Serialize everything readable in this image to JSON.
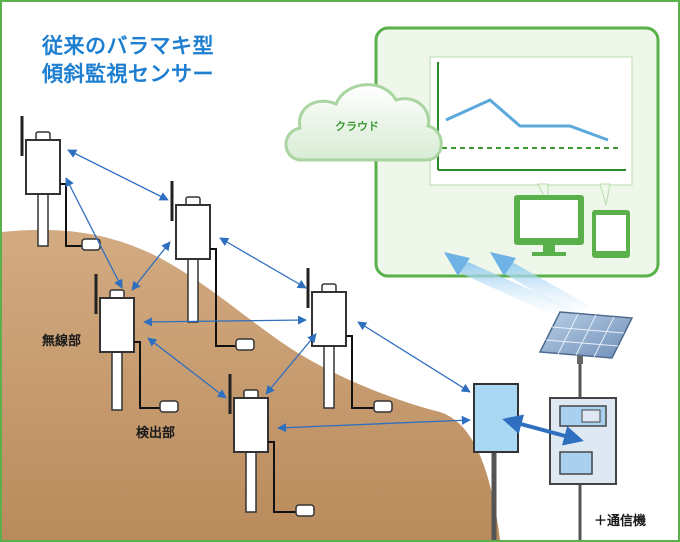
{
  "title": {
    "line1": "従来のバラマキ型",
    "line2": "傾斜監視センサー"
  },
  "labels": {
    "cloud": "クラウド",
    "radio_unit": "無線部",
    "detector": "検出部",
    "comm": "＋通信機"
  },
  "colors": {
    "title": "#1e7fd1",
    "frame_green": "#5ab04a",
    "slope": "#c9a27a",
    "arrow_blue": "#2f6fbf",
    "cloud_text": "#3c9a32",
    "graph_line": "#5aa8dc"
  }
}
